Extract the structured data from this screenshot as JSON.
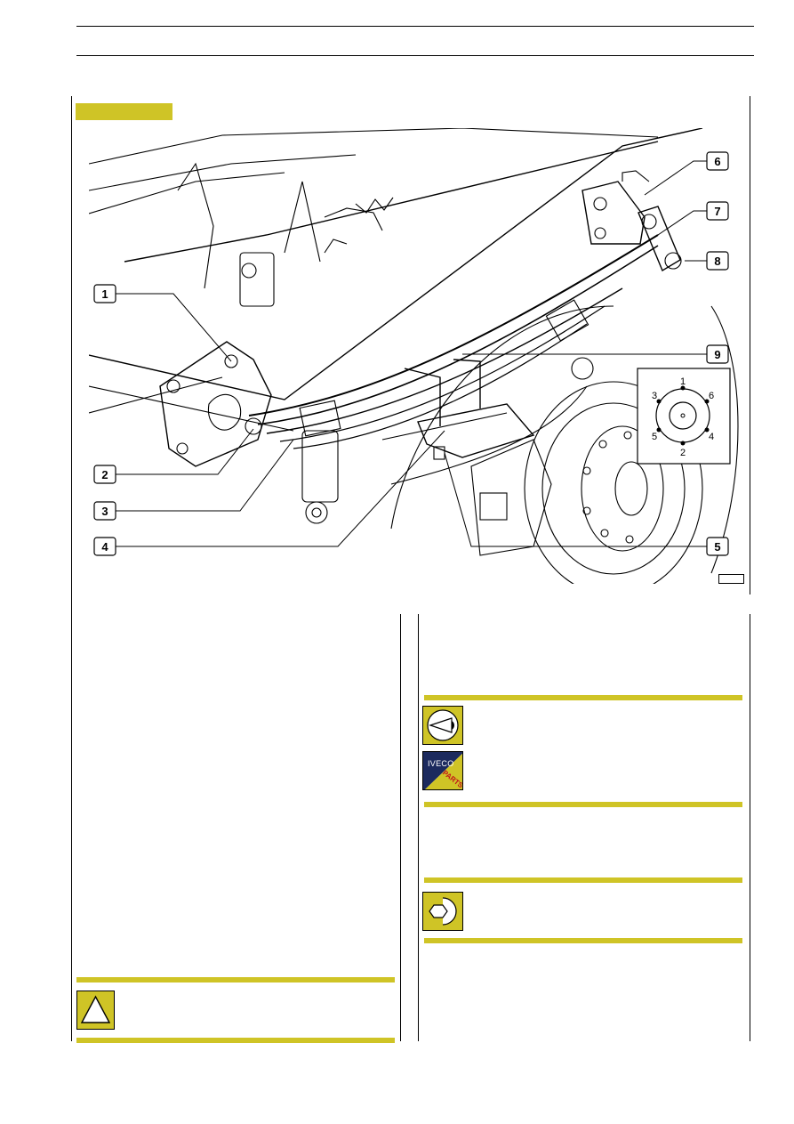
{
  "figure": {
    "callouts": [
      "1",
      "2",
      "3",
      "4",
      "5",
      "6",
      "7",
      "8",
      "9"
    ],
    "torque_sequence": [
      "1",
      "2",
      "3",
      "4",
      "5",
      "6"
    ]
  },
  "icons": {
    "warning": "warning-triangle-icon",
    "inspect": "visual-inspection-icon",
    "parts": "iveco-parts-icon",
    "tighten": "tightening-nut-icon",
    "iveco_text": "IVECO",
    "parts_text": "PARTS"
  },
  "colors": {
    "accent": "#cfc426",
    "iveco_blue": "#1c2a5e",
    "parts_red": "#c2121a"
  }
}
